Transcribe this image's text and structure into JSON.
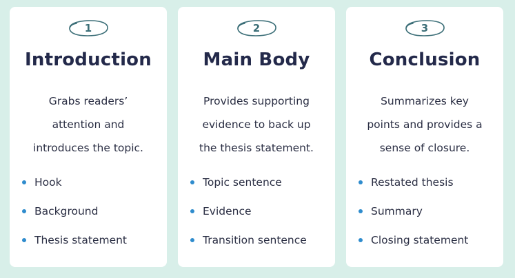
{
  "colors": {
    "background": "#d8efe9",
    "card": "#ffffff",
    "title": "#23294a",
    "badge_stroke": "#3b6e77",
    "bullet": "#2f8ccd"
  },
  "cards": [
    {
      "number": "1",
      "title": "Introduction",
      "description": [
        "Grabs readers’",
        "attention and",
        "introduces the topic."
      ],
      "bullets": [
        "Hook",
        "Background",
        "Thesis statement"
      ]
    },
    {
      "number": "2",
      "title": "Main Body",
      "description": [
        "Provides supporting",
        "evidence to back up",
        "the thesis statement."
      ],
      "bullets": [
        "Topic sentence",
        "Evidence",
        "Transition sentence"
      ]
    },
    {
      "number": "3",
      "title": "Conclusion",
      "description": [
        "Summarizes key",
        "points and provides a",
        "sense of closure."
      ],
      "bullets": [
        "Restated thesis",
        "Summary",
        "Closing statement"
      ]
    }
  ]
}
